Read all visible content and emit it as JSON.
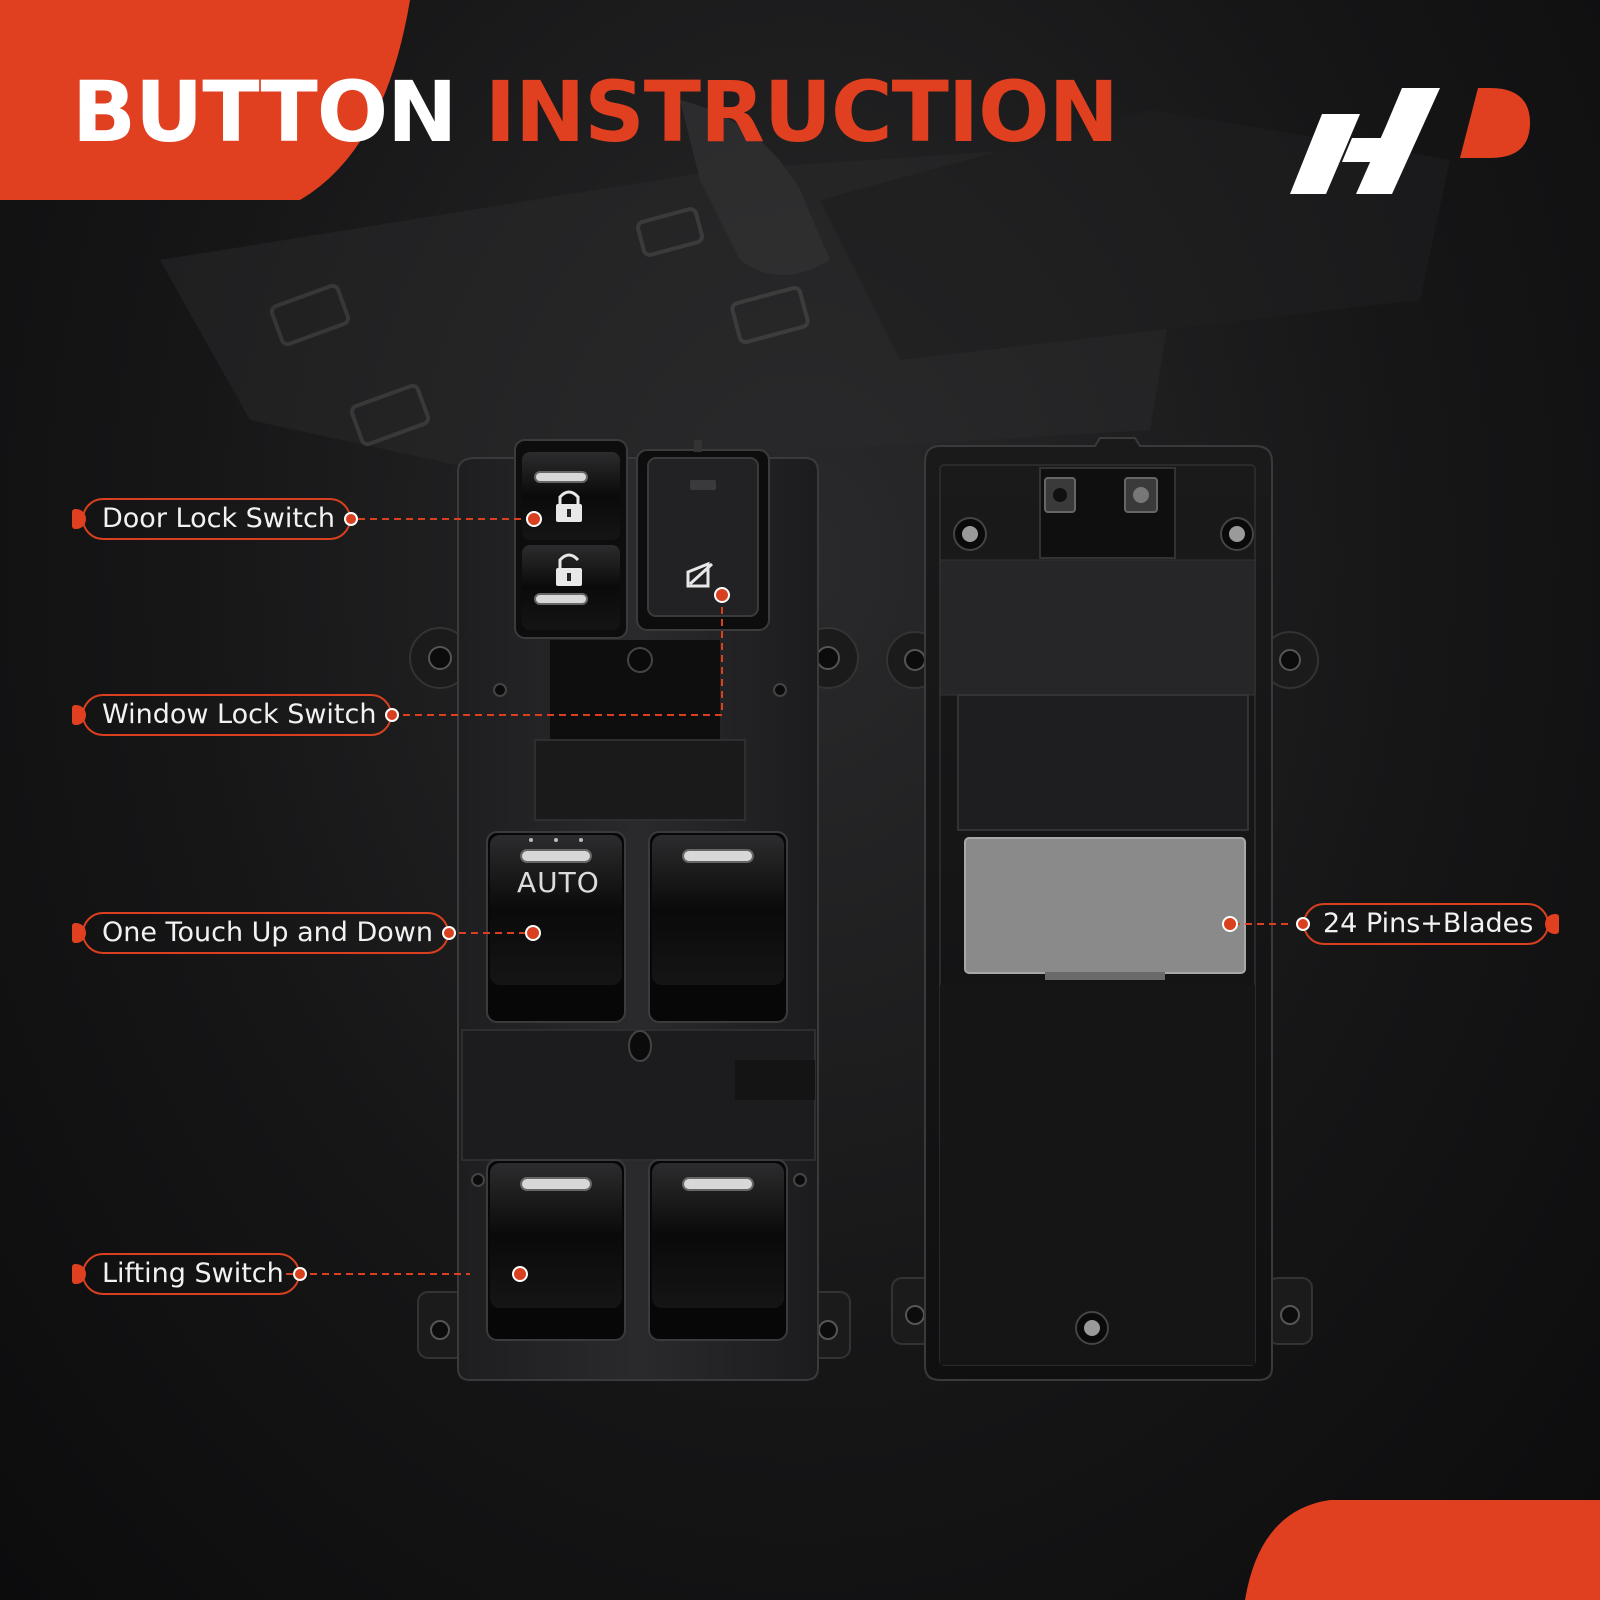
{
  "title": {
    "part1": "BUTTON",
    "part2": "INSTRUCTION"
  },
  "colors": {
    "accent": "#e04020",
    "background": "#141415",
    "text": "#ffffff"
  },
  "labels": {
    "door_lock": "Door Lock Switch",
    "window_lock": "Window Lock Switch",
    "one_touch": "One Touch Up and Down",
    "lifting": "Lifting Switch",
    "pins": "24 Pins+Blades"
  },
  "switch_markings": {
    "auto": "AUTO"
  },
  "icons": [
    "lock-closed-icon",
    "lock-open-icon",
    "window-lock-icon",
    "brand-logo"
  ]
}
